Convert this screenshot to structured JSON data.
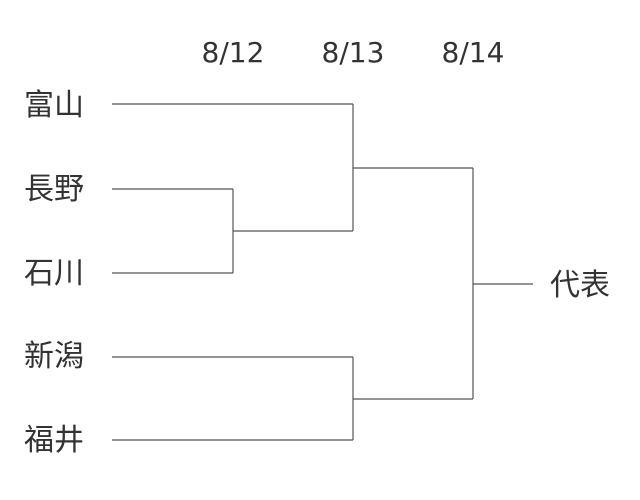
{
  "rounds": [
    "8/12",
    "8/13",
    "8/14"
  ],
  "teams": [
    "富山",
    "長野",
    "石川",
    "新潟",
    "福井"
  ],
  "winner": "代表",
  "colors": {
    "line": "#555555",
    "text": "#333333",
    "background": "#ffffff"
  }
}
